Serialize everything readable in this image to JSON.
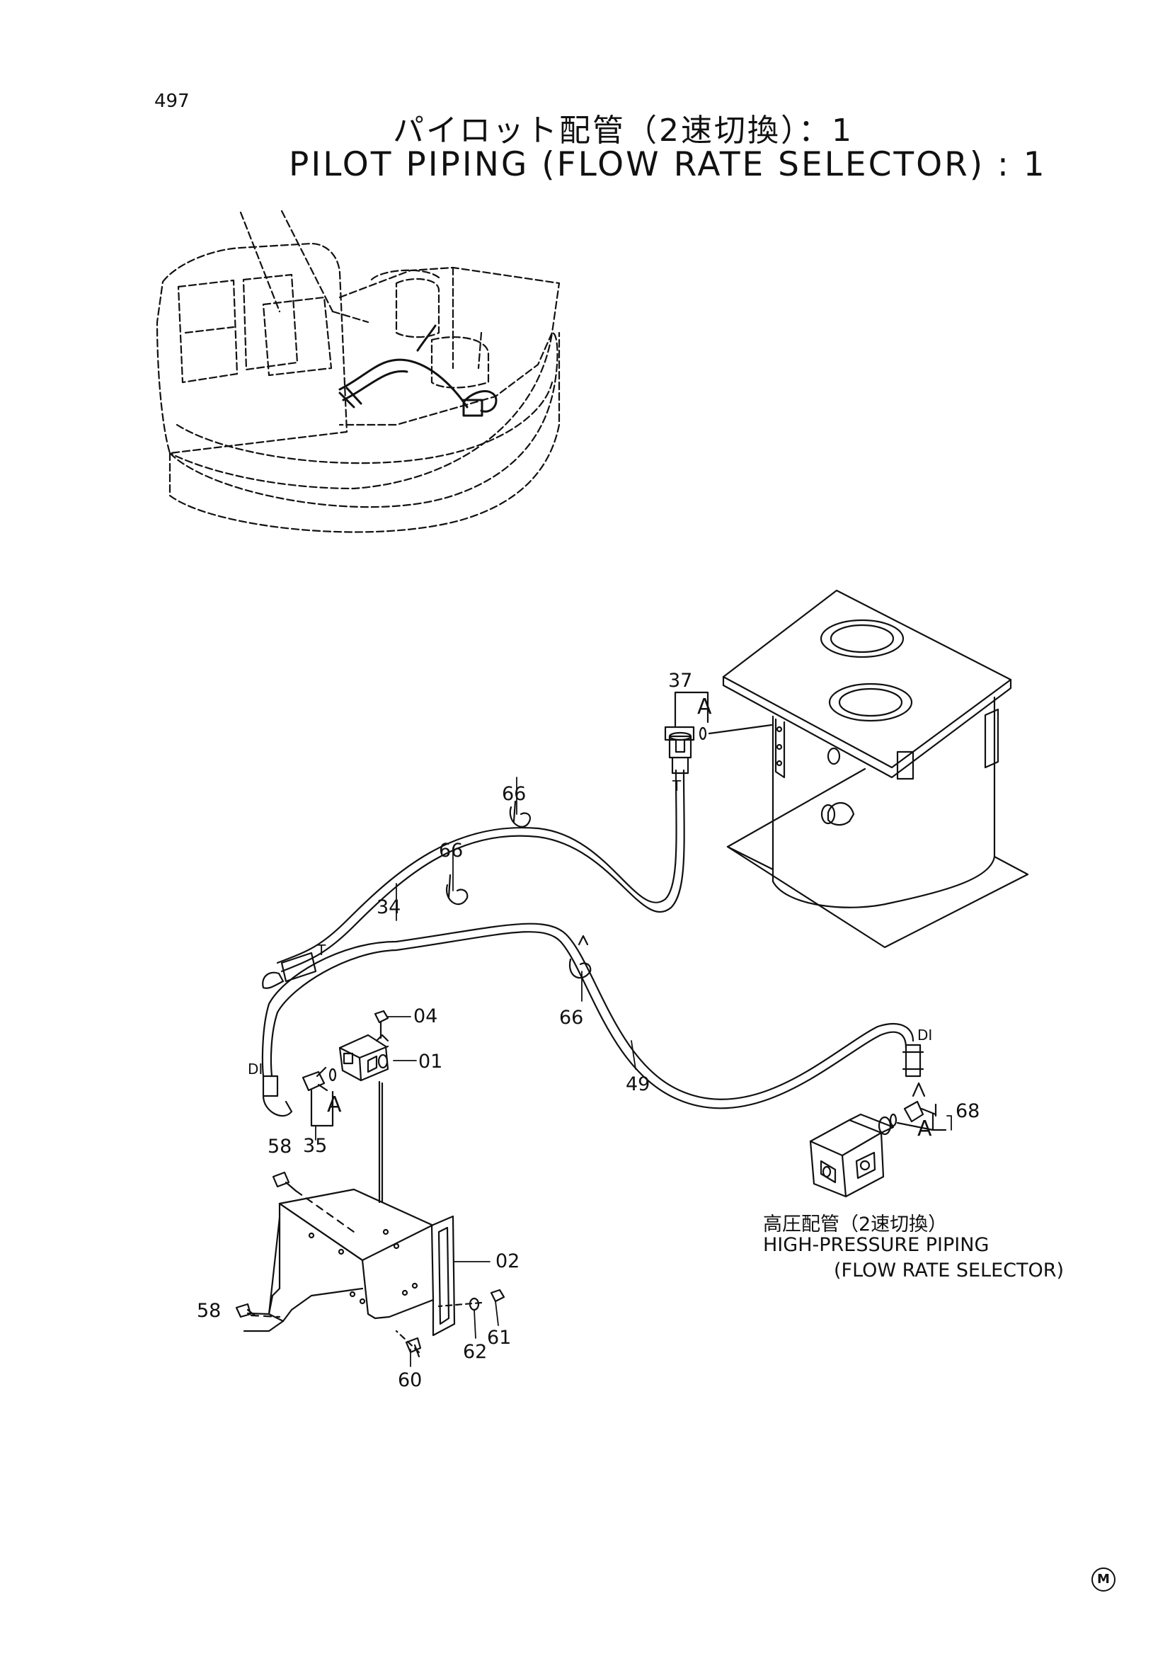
{
  "page_number": "497",
  "title_jp": "パイロット配管（2速切換）：1",
  "title_en": "PILOT PIPING (FLOW RATE SELECTOR) : 1",
  "callouts": {
    "c37": "37",
    "c66a": "66",
    "c66b": "66",
    "c34": "34",
    "c04": "04",
    "c01": "01",
    "c66c": "66",
    "c49": "49",
    "c35": "35",
    "c58a": "58",
    "c68": "68",
    "c02": "02",
    "c58b": "58",
    "c62": "62",
    "c61": "61",
    "c60": "60"
  },
  "ports": {
    "t1": "T",
    "t2": "T",
    "di1": "DI",
    "di2": "DI"
  },
  "views": {
    "a1": "A",
    "a2": "A",
    "a3": "A"
  },
  "note": {
    "jp": "高圧配管（2速切換）",
    "en_line1": "HIGH-PRESSURE PIPING",
    "en_line2": "(FLOW RATE SELECTOR)"
  },
  "mark": "M"
}
